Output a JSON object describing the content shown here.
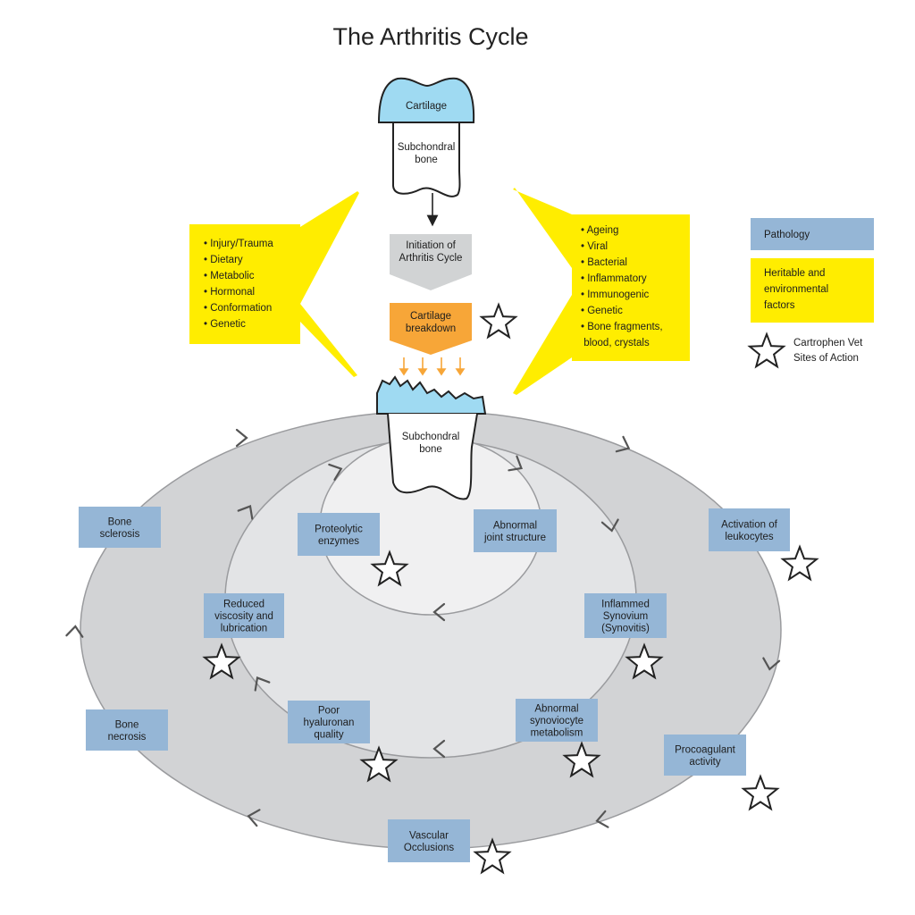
{
  "title": "The Arthritis Cycle",
  "colors": {
    "pathology_box": "#95b6d6",
    "yellow": "#ffed00",
    "cartilage": "#9fdaf2",
    "orange": "#f7a638",
    "grey_outer": "#d2d3d5",
    "grey_mid": "#e2e3e5",
    "grey_inner": "#eeeff0"
  },
  "top_joint": {
    "cartilage_label": "Cartilage",
    "bone_label": [
      "Subchondral",
      "bone"
    ]
  },
  "initiation_label": [
    "Initiation of",
    "Arthritis Cycle"
  ],
  "breakdown_label": [
    "Cartilage",
    "breakdown"
  ],
  "left_factors": [
    "• Injury/Trauma",
    "• Dietary",
    "• Metabolic",
    "• Hormonal",
    "• Conformation",
    "• Genetic"
  ],
  "right_factors": [
    "• Ageing",
    "• Viral",
    "• Bacterial",
    "• Inflammatory",
    "• Immunogenic",
    "• Genetic",
    "• Bone fragments,",
    "  blood, crystals"
  ],
  "center_joint": {
    "bone_label": [
      "Subchondral",
      "bone"
    ]
  },
  "legend": {
    "pathology": "Pathology",
    "heritable": [
      "Heritable and",
      "environmental",
      "factors"
    ],
    "sites": [
      "Cartrophen Vet",
      "Sites of Action"
    ]
  },
  "pathology_boxes": {
    "bone_sclerosis": [
      "Bone",
      "sclerosis"
    ],
    "proteolytic": [
      "Proteolytic",
      "enzymes"
    ],
    "abnormal_joint": [
      "Abnormal",
      "joint structure"
    ],
    "activation": [
      "Activation of",
      "leukocytes"
    ],
    "reduced_viscosity": [
      "Reduced",
      "viscosity and",
      "lubrication"
    ],
    "inflamed": [
      "Inflammed",
      "Synovium",
      "(Synovitis)"
    ],
    "bone_necrosis": [
      "Bone",
      "necrosis"
    ],
    "poor_hyaluronan": [
      "Poor",
      "hyaluronan",
      "quality"
    ],
    "abnormal_synoviocyte": [
      "Abnormal",
      "synoviocyte",
      "metabolism"
    ],
    "procoagulant": [
      "Procoagulant",
      "activity"
    ],
    "vascular": [
      "Vascular",
      "Occlusions"
    ]
  }
}
